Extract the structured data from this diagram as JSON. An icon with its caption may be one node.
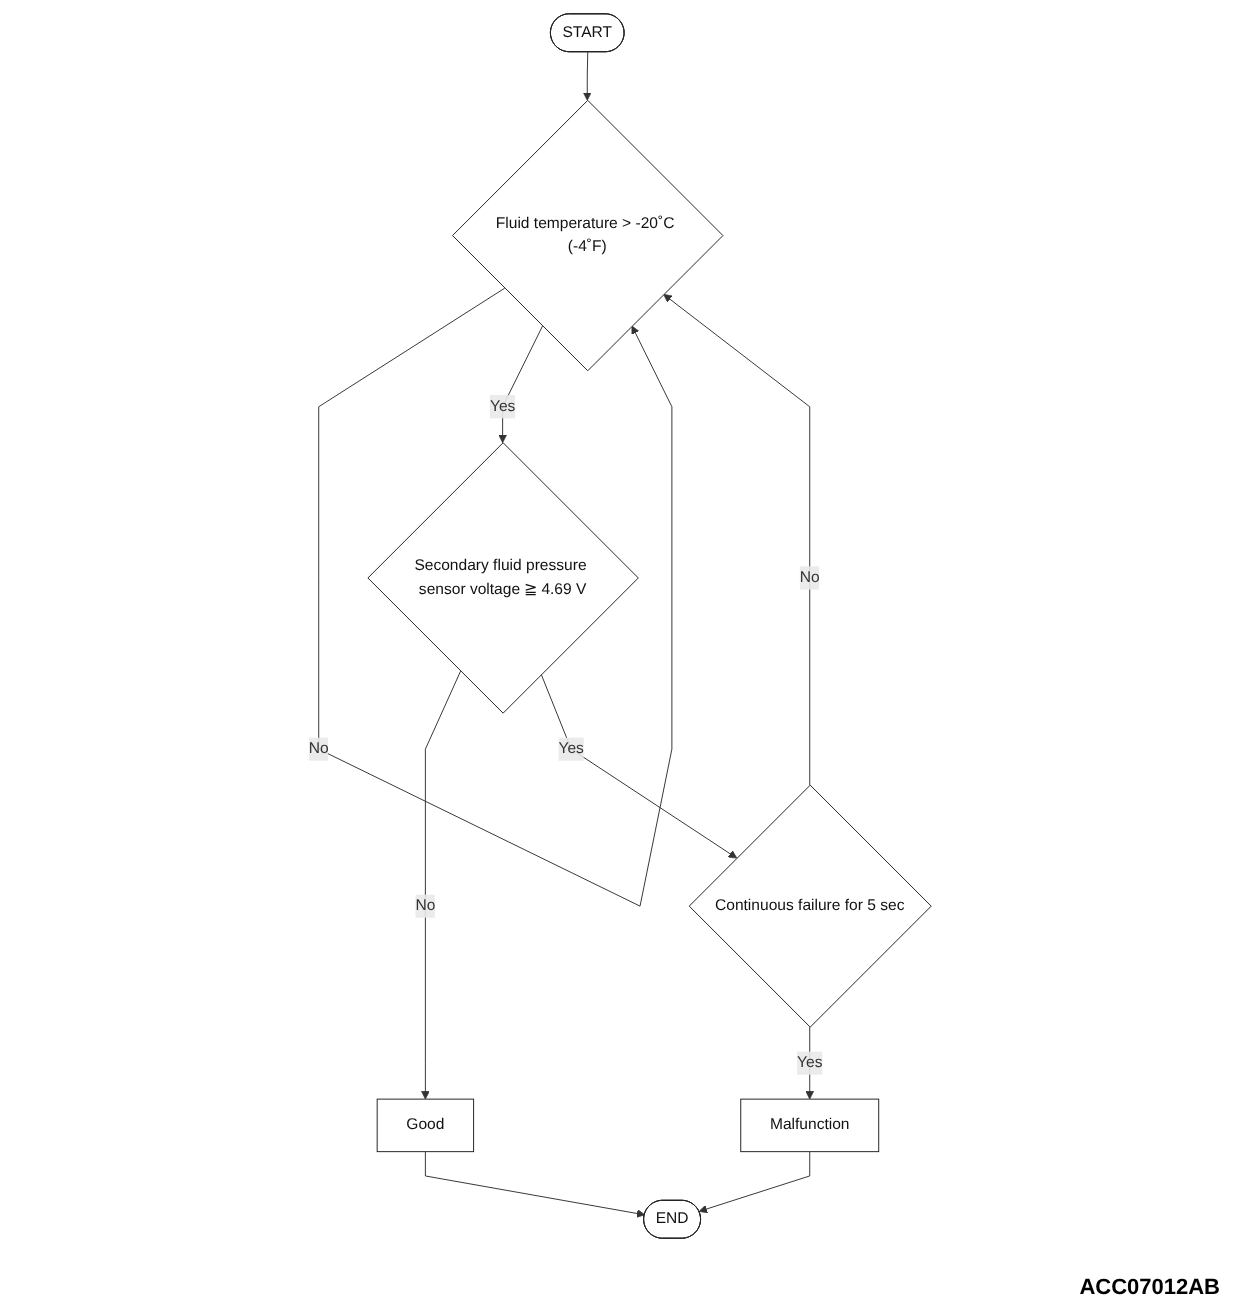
{
  "diagram": {
    "nodes": [
      {
        "text": [
          "START"
        ]
      },
      {
        "text": [
          "Fluid temperature > -20˚C (-4˚F)"
        ]
      },
      {
        "text": [
          "Secondary fluid pressure sensor voltage ≧ 4.69 V"
        ]
      },
      {
        "text": [
          "Continuous failure for 5 sec"
        ]
      },
      {
        "text": [
          "Malfunction"
        ]
      },
      {
        "text": [
          "Good"
        ]
      },
      {
        "text": [
          "END"
        ]
      }
    ],
    "edges": [
      {
        "from": 0,
        "to": 1,
        "arrow": "to"
      },
      {
        "from": 1,
        "to": 1,
        "label": "No",
        "arrow": "to"
      },
      {
        "from": 1,
        "to": 2,
        "label": "Yes",
        "arrow": "to"
      },
      {
        "from": 2,
        "to": 5,
        "label": "No",
        "arrow": "to"
      },
      {
        "from": 2,
        "to": 3,
        "label": "Yes",
        "arrow": "to"
      },
      {
        "from": 3,
        "to": 1,
        "label": "No",
        "arrow": "to"
      },
      {
        "from": 3,
        "to": 4,
        "label": "Yes",
        "arrow": "to"
      },
      {
        "from": 4,
        "to": 6,
        "arrow": "to"
      },
      {
        "from": 5,
        "to": 6,
        "arrow": "to"
      }
    ],
    "labels": [
      "ACC07012AB"
    ]
  }
}
